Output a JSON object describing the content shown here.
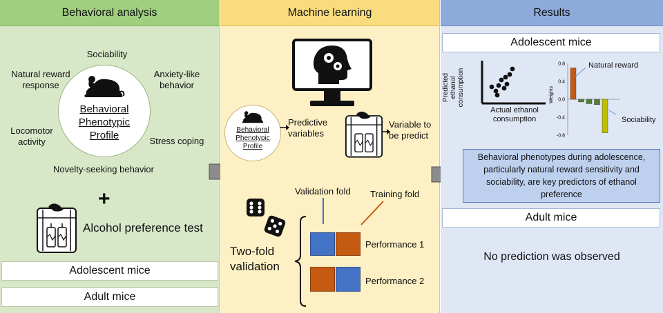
{
  "colors": {
    "panel_behavioral": "#d7e7c8",
    "header_behavioral": "#9fcf7f",
    "panel_ml": "#fdf0c4",
    "header_ml": "#f9dc7e",
    "panel_results": "#dfe6f4",
    "header_results": "#8eaadb",
    "orange": "#c55a11",
    "blue": "#4472c4",
    "green": "#548235",
    "olive": "#bfbf00"
  },
  "behavioral": {
    "header": "Behavioral analysis",
    "traits": {
      "sociability": "Sociability",
      "natural_reward_1": "Natural reward",
      "natural_reward_2": "response",
      "anxiety_1": "Anxiety-like",
      "anxiety_2": "behavior",
      "locomotor_1": "Locomotor",
      "locomotor_2": "activity",
      "stress": "Stress coping",
      "novelty": "Novelty-seeking behavior"
    },
    "profile": [
      "Behavioral",
      "Phenotypic",
      "Profile"
    ],
    "plus": "+",
    "alcohol_test": "Alcohol preference test",
    "adolescent": "Adolescent mice",
    "adult": "Adult mice"
  },
  "ml": {
    "header": "Machine learning",
    "profile": [
      "Behavioral",
      "Phenotypic",
      "Profile"
    ],
    "predictive_1": "Predictive",
    "predictive_2": "variables",
    "variable_1": "Variable to",
    "variable_2": "be predict",
    "validation_fold": "Validation fold",
    "training_fold": "Training fold",
    "two_fold_1": "Two-fold",
    "two_fold_2": "validation",
    "performance_1": "Performance 1",
    "performance_2": "Performance 2"
  },
  "results": {
    "header": "Results",
    "adolescent": "Adolescent mice",
    "scatter_ylabel": [
      "Predicted",
      "ethanol",
      "consumption"
    ],
    "scatter_xlabel": [
      "Actual ethanol",
      "consumption"
    ],
    "natural_reward": "Natural reward",
    "sociability": "Sociability",
    "weights_label": "Weights",
    "key_finding": "Behavioral phenotypes during adolescence, particularly natural reward sensitivity and sociability, are key predictors of ethanol preference",
    "adult": "Adult mice",
    "no_prediction": "No prediction was observed"
  },
  "chart_data": {
    "type": "bar",
    "ylabel": "Weights",
    "ylim": [
      -0.8,
      0.8
    ],
    "ticks": [
      "0.8",
      "0.4",
      "0.0",
      "-0.4",
      "-0.8"
    ],
    "values": [
      0.7,
      -0.06,
      -0.1,
      -0.12,
      -0.75
    ],
    "colors": [
      "#c55a11",
      "#548235",
      "#548235",
      "#548235",
      "#bfbf00"
    ]
  }
}
